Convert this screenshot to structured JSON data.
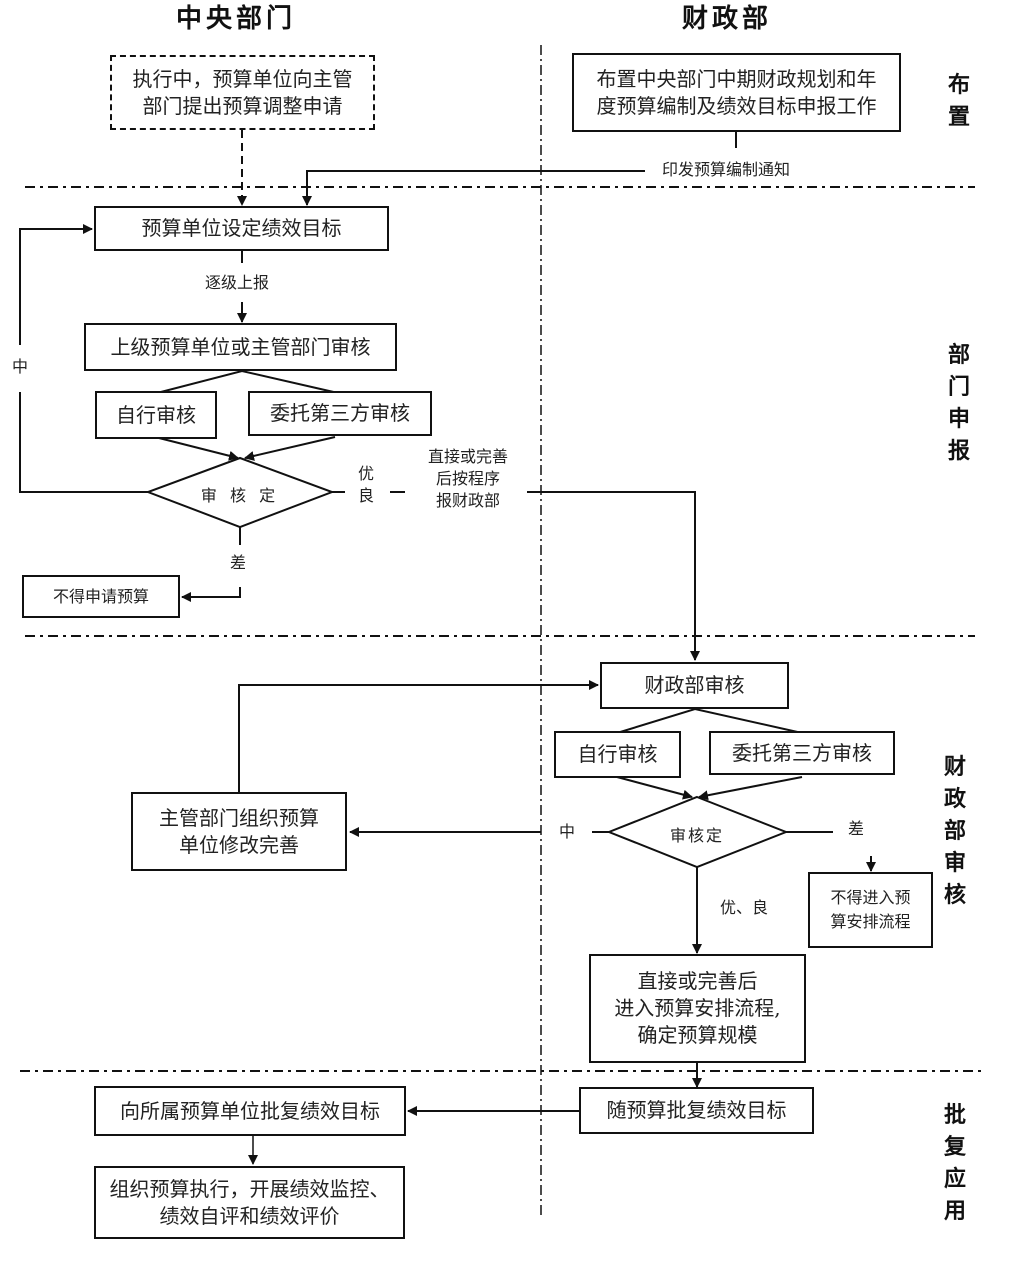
{
  "lanes": {
    "left": "中央部门",
    "right": "财政部"
  },
  "phases": {
    "deploy": "布\n置",
    "declare": "部\n门\n申\n报",
    "review": "财\n政\n部\n审\n核",
    "approve": "批\n复\n应\n用"
  },
  "nodes": {
    "adjust_request": "执行中，预算单位向主管\n部门提出预算调整申请",
    "mof_deploy": "布置中央部门中期财政规划和年\n度预算编制及绩效目标申报工作",
    "set_goals": "预算单位设定绩效目标",
    "superior_review": "上级预算单位或主管部门审核",
    "self_review_1": "自行审核",
    "third_party_1": "委托第三方审核",
    "decision_1": "审 核 定",
    "no_budget": "不得申请预算",
    "mof_review": "财政部审核",
    "self_review_2": "自行审核",
    "third_party_2": "委托第三方审核",
    "decision_2": "审核定",
    "dept_revise": "主管部门组织预算\n单位修改完善",
    "no_enter": "不得进入预\n算安排流程",
    "enter_process": "直接或完善后\n进入预算安排流程,\n确定预算规模",
    "approve_with_budget": "随预算批复绩效目标",
    "approve_to_units": "向所属预算单位批复绩效目标",
    "execute": "组织预算执行，开展绩效监控、\n绩效自评和绩效评价"
  },
  "edge_labels": {
    "issue_notice": "印发预算编制通知",
    "report_up": "逐级上报",
    "medium_1": "中",
    "excellent_good_1": "优\n良",
    "submit_mof": "直接或完善\n后按程序\n报财政部",
    "poor_1": "差",
    "medium_2": "中",
    "poor_2": "差",
    "excellent_good_2": "优、良"
  }
}
